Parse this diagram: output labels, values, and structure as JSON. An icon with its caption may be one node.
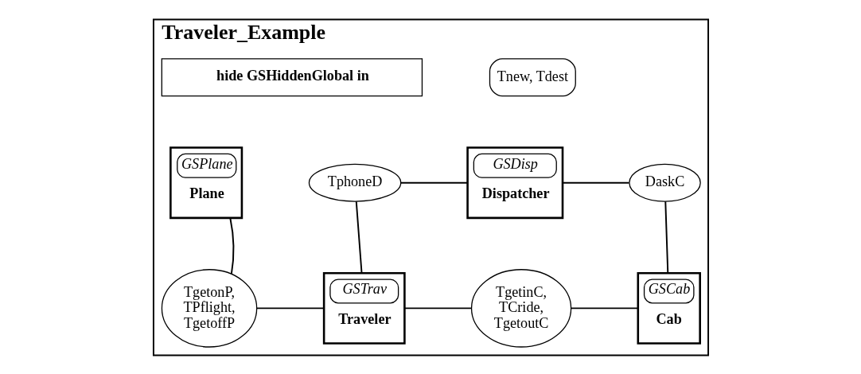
{
  "diagram": {
    "nodes": [
      {
        "text": [
          "Traveler_Example"
        ]
      },
      {
        "text": [
          "Tnew, Tdest"
        ],
        "in": 0
      },
      {
        "text": [
          "hide GSHiddenGlobal in"
        ],
        "in": 0
      },
      {
        "text": [
          "GSPlane",
          "Plane"
        ],
        "in": 0
      },
      {
        "text": [
          "TphoneD"
        ],
        "in": 0
      },
      {
        "text": [
          "GSDisp",
          "Dispatcher"
        ],
        "in": 0
      },
      {
        "text": [
          "DaskC"
        ],
        "in": 0
      },
      {
        "text": [
          "TgetonP, TPflight, TgetoffP"
        ],
        "in": 0
      },
      {
        "text": [
          "GSTrav",
          "Traveler"
        ],
        "in": 0
      },
      {
        "text": [
          "TgetinC, TCride, TgetoutC"
        ],
        "in": 0
      },
      {
        "text": [
          "GSCab",
          "Cab"
        ],
        "in": 0
      }
    ],
    "edges": [
      {
        "from": 4,
        "to": 5,
        "arrow": "none"
      },
      {
        "from": 5,
        "to": 6,
        "arrow": "none"
      },
      {
        "from": 3,
        "to": 7,
        "arrow": "none"
      },
      {
        "from": 4,
        "to": 8,
        "arrow": "none"
      },
      {
        "from": 6,
        "to": 10,
        "arrow": "none"
      },
      {
        "from": 7,
        "to": 8,
        "arrow": "none"
      },
      {
        "from": 8,
        "to": 9,
        "arrow": "none"
      },
      {
        "from": 9,
        "to": 10,
        "arrow": "none"
      }
    ]
  }
}
